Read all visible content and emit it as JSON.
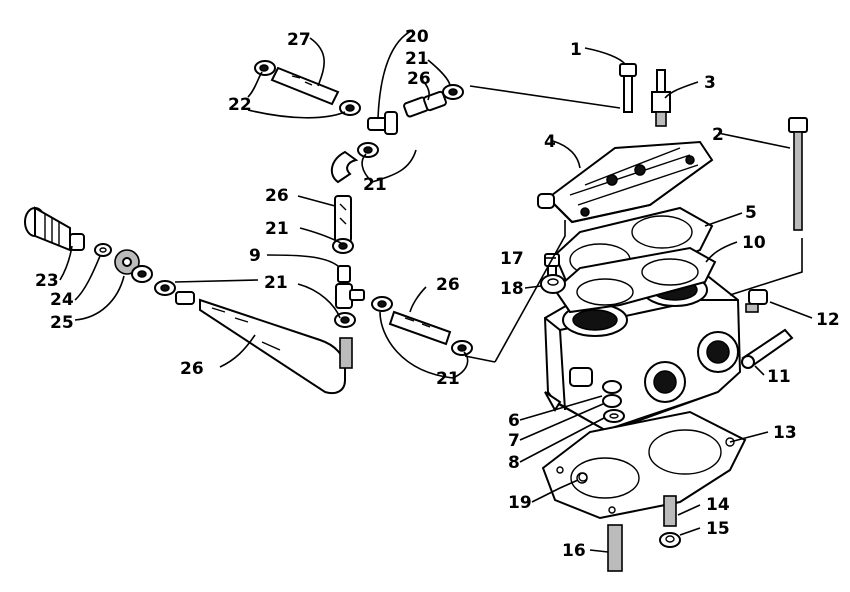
{
  "diagram": {
    "callouts": {
      "c1": "1",
      "c2": "2",
      "c3": "3",
      "c4": "4",
      "c5": "5",
      "c6": "6",
      "c7": "7",
      "c8": "8",
      "c9": "9",
      "c10": "10",
      "c11": "11",
      "c12": "12",
      "c13": "13",
      "c14": "14",
      "c15": "15",
      "c16": "16",
      "c17": "17",
      "c18": "18",
      "c19": "19",
      "c20": "20",
      "c21a": "21",
      "c21b": "21",
      "c21c": "21",
      "c21d": "21",
      "c21e": "21",
      "c22": "22",
      "c23": "23",
      "c24": "24",
      "c25": "25",
      "c26a": "26",
      "c26b": "26",
      "c26c": "26",
      "c26d": "26",
      "c27": "27"
    }
  }
}
